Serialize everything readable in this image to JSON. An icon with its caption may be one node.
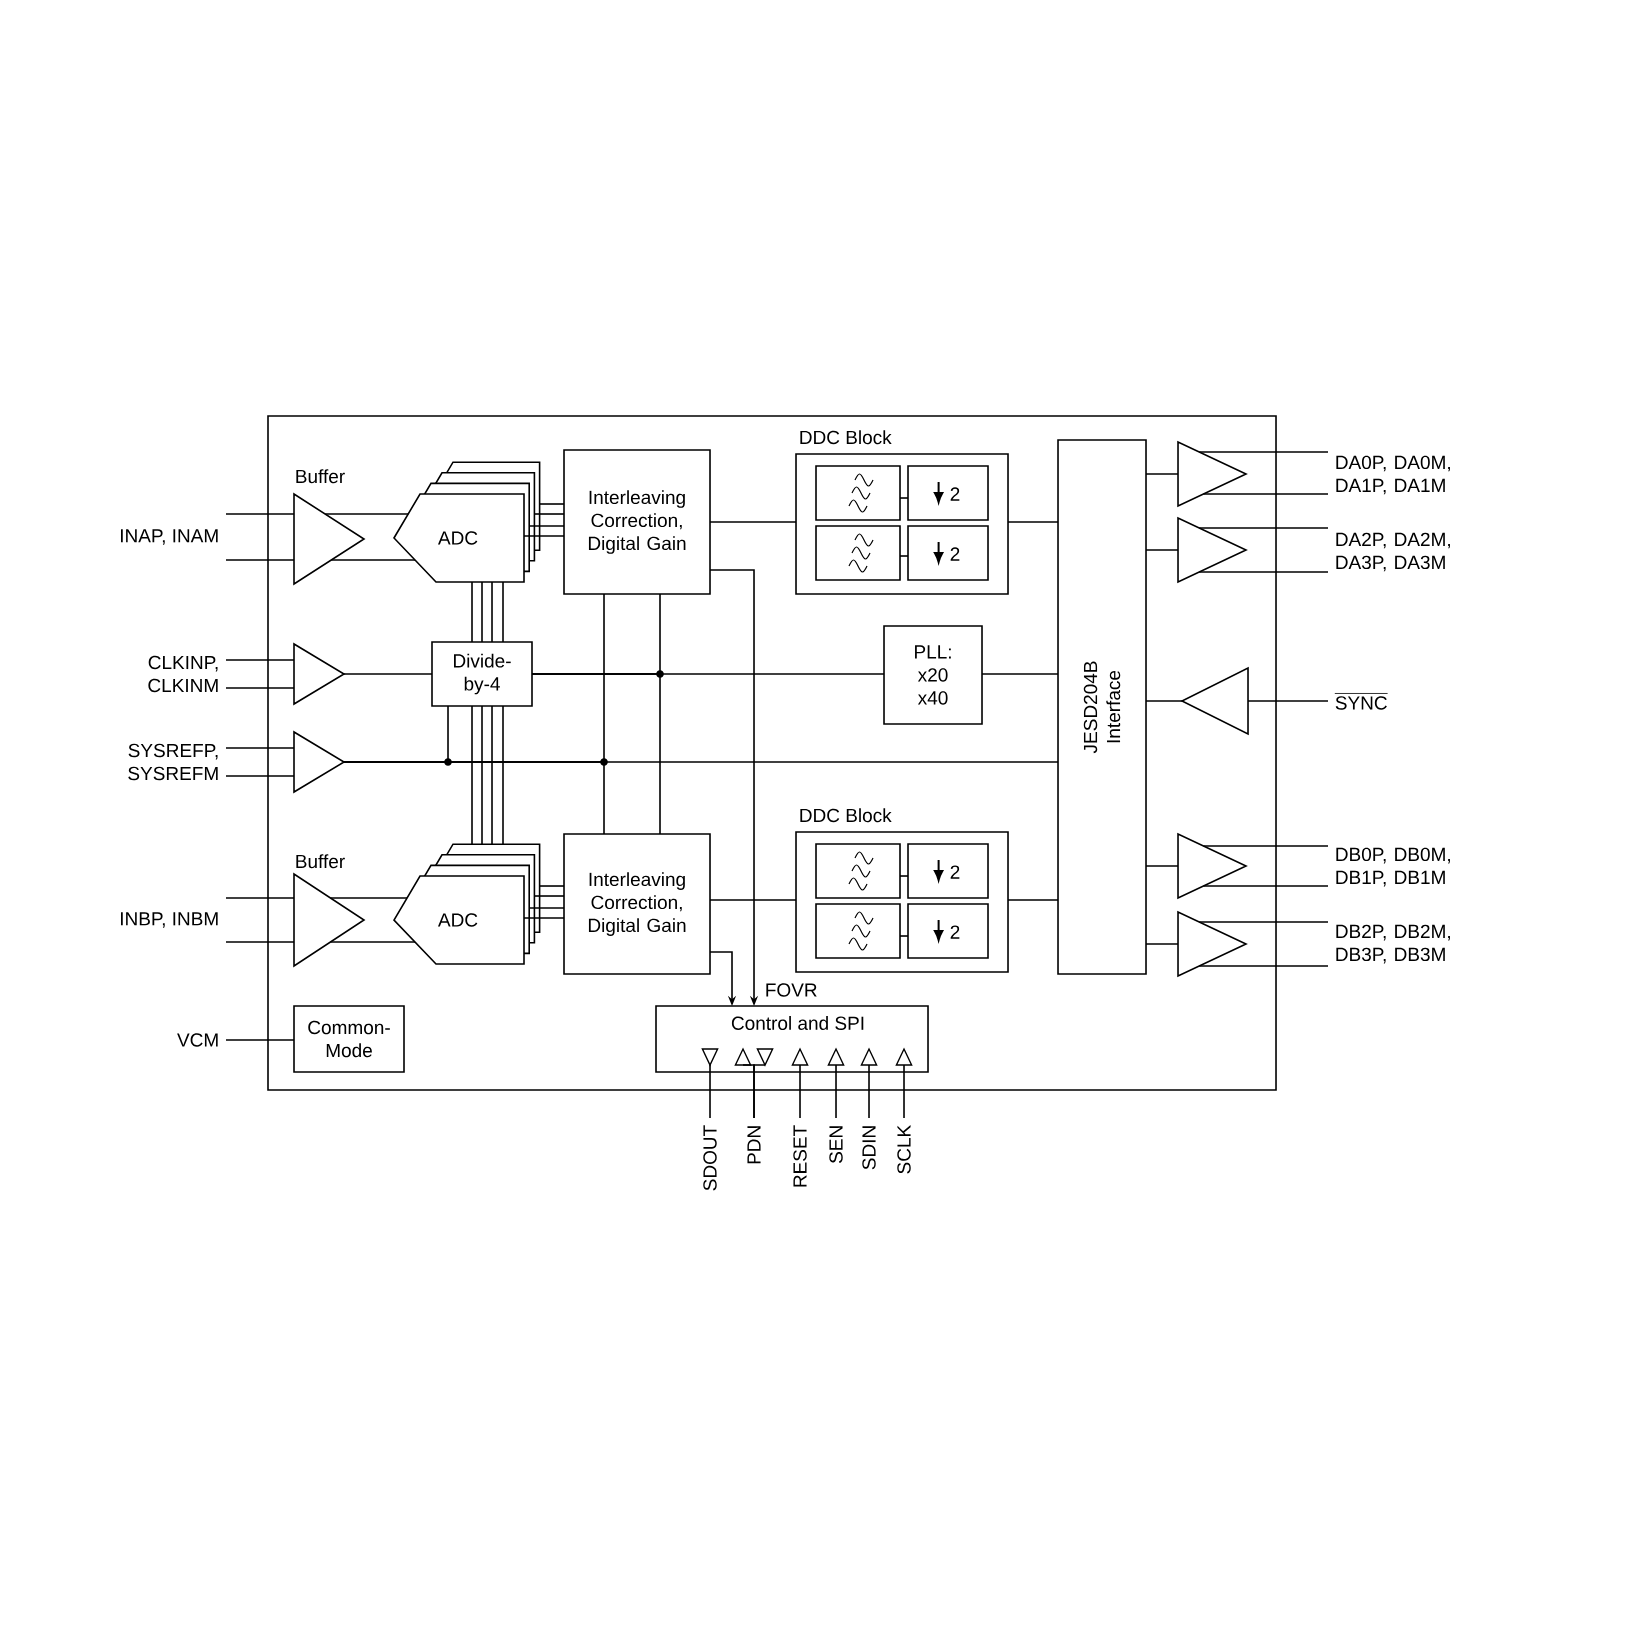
{
  "diagram": {
    "nodes": [
      {
        "text": [],
        "shape": "box"
      },
      {
        "text": [
          "INAP, INAM"
        ]
      },
      {
        "text": [
          "Buffer"
        ],
        "in": 0
      },
      {
        "text": [
          "ADC"
        ],
        "in": 0
      },
      {
        "text": [
          "Interleaving Correction, Digital Gain"
        ],
        "in": 0
      },
      {
        "text": [
          "DDC Block"
        ],
        "in": 0
      },
      {
        "text": [],
        "shape": "box",
        "in": 5
      },
      {
        "text": [
          "2"
        ],
        "in": 5
      },
      {
        "text": [],
        "shape": "box",
        "in": 5
      },
      {
        "text": [
          "2"
        ],
        "in": 5
      },
      {
        "text": [
          "JESD204B Interface"
        ],
        "in": 0
      },
      {
        "text": [],
        "shape": "triangle",
        "in": 0
      },
      {
        "text": [
          "DA0P, DA0M, DA1P, DA1M"
        ]
      },
      {
        "text": [],
        "shape": "triangle",
        "in": 0
      },
      {
        "text": [
          "DA2P, DA2M, DA3P, DA3M"
        ]
      },
      {
        "text": [
          "CLKINP, CLKINM"
        ]
      },
      {
        "text": [],
        "shape": "triangle",
        "in": 0
      },
      {
        "text": [
          "Divide- by-4"
        ],
        "in": 0
      },
      {
        "text": [
          "PLL: x20 x40"
        ],
        "in": 0
      },
      {
        "text": [],
        "shape": "triangle",
        "in": 0
      },
      {
        "text": [
          "SYNC"
        ]
      },
      {
        "text": [
          "SYSREFP, SYSREFM"
        ]
      },
      {
        "text": [],
        "shape": "triangle",
        "in": 0
      },
      {
        "text": [
          "INBP, INBM"
        ]
      },
      {
        "text": [
          "Buffer"
        ],
        "in": 0
      },
      {
        "text": [
          "ADC"
        ],
        "in": 0
      },
      {
        "text": [
          "Interleaving Correction, Digital Gain"
        ],
        "in": 0
      },
      {
        "text": [
          "DDC Block"
        ],
        "in": 0
      },
      {
        "text": [],
        "shape": "box",
        "in": 27
      },
      {
        "text": [
          "2"
        ],
        "in": 27
      },
      {
        "text": [],
        "shape": "box",
        "in": 27
      },
      {
        "text": [
          "2"
        ],
        "in": 27
      },
      {
        "text": [],
        "shape": "triangle",
        "in": 0
      },
      {
        "text": [
          "DB0P, DB0M, DB1P, DB1M"
        ]
      },
      {
        "text": [],
        "shape": "triangle",
        "in": 0
      },
      {
        "text": [
          "DB2P, DB2M, DB3P, DB3M"
        ]
      },
      {
        "text": [
          "VCM"
        ]
      },
      {
        "text": [
          "Common- Mode"
        ],
        "in": 0
      },
      {
        "text": [
          "Control and SPI"
        ],
        "in": 0
      },
      {
        "text": [],
        "shape": "triangle",
        "in": 38
      },
      {
        "text": [],
        "shape": "triangle",
        "in": 38
      },
      {
        "text": [],
        "shape": "triangle",
        "in": 38
      },
      {
        "text": [],
        "shape": "triangle",
        "in": 38
      },
      {
        "text": [],
        "shape": "triangle",
        "in": 38
      },
      {
        "text": [],
        "shape": "triangle",
        "in": 38
      },
      {
        "text": [],
        "shape": "triangle",
        "in": 38
      },
      {
        "text": [
          "SDOUT"
        ]
      },
      {
        "text": [
          "PDN"
        ]
      },
      {
        "text": [
          "RESET"
        ]
      },
      {
        "text": [
          "SEN"
        ]
      },
      {
        "text": [
          "SDIN"
        ]
      },
      {
        "text": [
          "SCLK"
        ]
      }
    ],
    "edges": [
      {
        "from": 1,
        "to": 2,
        "arrow": "none"
      },
      {
        "from": 1,
        "to": 2,
        "arrow": "none"
      },
      {
        "from": 2,
        "to": 3,
        "arrow": "none"
      },
      {
        "from": 2,
        "to": 3,
        "arrow": "none"
      },
      {
        "from": 3,
        "to": 4,
        "arrow": "none"
      },
      {
        "from": 3,
        "to": 4,
        "arrow": "none"
      },
      {
        "from": 3,
        "to": 4,
        "arrow": "none"
      },
      {
        "from": 3,
        "to": 4,
        "arrow": "none"
      },
      {
        "from": 4,
        "to": 5,
        "arrow": "none"
      },
      {
        "from": 6,
        "to": 7,
        "arrow": "none"
      },
      {
        "from": 8,
        "to": 9,
        "arrow": "none"
      },
      {
        "from": 5,
        "to": 10,
        "arrow": "none"
      },
      {
        "from": 10,
        "to": 11,
        "arrow": "none"
      },
      {
        "from": 11,
        "to": 12,
        "arrow": "none"
      },
      {
        "from": 11,
        "to": 12,
        "arrow": "none"
      },
      {
        "from": 10,
        "to": 13,
        "arrow": "none"
      },
      {
        "from": 13,
        "to": 14,
        "arrow": "none"
      },
      {
        "from": 13,
        "to": 14,
        "arrow": "none"
      },
      {
        "from": 15,
        "to": 16,
        "arrow": "none"
      },
      {
        "from": 15,
        "to": 16,
        "arrow": "none"
      },
      {
        "from": 16,
        "to": 17,
        "arrow": "none"
      },
      {
        "from": 17,
        "to": 18,
        "arrow": "none"
      },
      {
        "from": 17,
        "to": 4,
        "arrow": "none"
      },
      {
        "from": 17,
        "to": 26,
        "arrow": "none"
      },
      {
        "from": 18,
        "to": 10,
        "arrow": "none"
      },
      {
        "from": 20,
        "to": 19,
        "arrow": "none"
      },
      {
        "from": 19,
        "to": 10,
        "arrow": "none"
      },
      {
        "from": 21,
        "to": 22,
        "arrow": "none"
      },
      {
        "from": 21,
        "to": 22,
        "arrow": "none"
      },
      {
        "from": 22,
        "to": 10,
        "arrow": "none"
      },
      {
        "from": 22,
        "to": 17,
        "arrow": "none"
      },
      {
        "from": 22,
        "to": 4,
        "arrow": "none"
      },
      {
        "from": 22,
        "to": 26,
        "arrow": "none"
      },
      {
        "from": 17,
        "to": 3,
        "arrow": "none"
      },
      {
        "from": 17,
        "to": 3,
        "arrow": "none"
      },
      {
        "from": 17,
        "to": 3,
        "arrow": "none"
      },
      {
        "from": 17,
        "to": 3,
        "arrow": "none"
      },
      {
        "from": 17,
        "to": 25,
        "arrow": "none"
      },
      {
        "from": 17,
        "to": 25,
        "arrow": "none"
      },
      {
        "from": 17,
        "to": 25,
        "arrow": "none"
      },
      {
        "from": 17,
        "to": 25,
        "arrow": "none"
      },
      {
        "from": 23,
        "to": 24,
        "arrow": "none"
      },
      {
        "from": 23,
        "to": 24,
        "arrow": "none"
      },
      {
        "from": 24,
        "to": 25,
        "arrow": "none"
      },
      {
        "from": 24,
        "to": 25,
        "arrow": "none"
      },
      {
        "from": 25,
        "to": 26,
        "arrow": "none"
      },
      {
        "from": 25,
        "to": 26,
        "arrow": "none"
      },
      {
        "from": 25,
        "to": 26,
        "arrow": "none"
      },
      {
        "from": 25,
        "to": 26,
        "arrow": "none"
      },
      {
        "from": 26,
        "to": 27,
        "arrow": "none"
      },
      {
        "from": 28,
        "to": 29,
        "arrow": "none"
      },
      {
        "from": 30,
        "to": 31,
        "arrow": "none"
      },
      {
        "from": 27,
        "to": 10,
        "arrow": "none"
      },
      {
        "from": 10,
        "to": 32,
        "arrow": "none"
      },
      {
        "from": 32,
        "to": 33,
        "arrow": "none"
      },
      {
        "from": 32,
        "to": 33,
        "arrow": "none"
      },
      {
        "from": 10,
        "to": 34,
        "arrow": "none"
      },
      {
        "from": 34,
        "to": 35,
        "arrow": "none"
      },
      {
        "from": 34,
        "to": 35,
        "arrow": "none"
      },
      {
        "from": 36,
        "to": 37,
        "arrow": "none"
      },
      {
        "from": 4,
        "to": 38,
        "arrow": "to",
        "label": "FOVR"
      },
      {
        "from": 26,
        "to": 38,
        "arrow": "to"
      },
      {
        "from": 39,
        "to": 46,
        "arrow": "none"
      },
      {
        "from": 47,
        "to": 40,
        "arrow": "none"
      },
      {
        "from": 47,
        "to": 41,
        "arrow": "none"
      },
      {
        "from": 48,
        "to": 42,
        "arrow": "none"
      },
      {
        "from": 49,
        "to": 43,
        "arrow": "none"
      },
      {
        "from": 50,
        "to": 44,
        "arrow": "none"
      },
      {
        "from": 51,
        "to": 45,
        "arrow": "none"
      }
    ]
  }
}
